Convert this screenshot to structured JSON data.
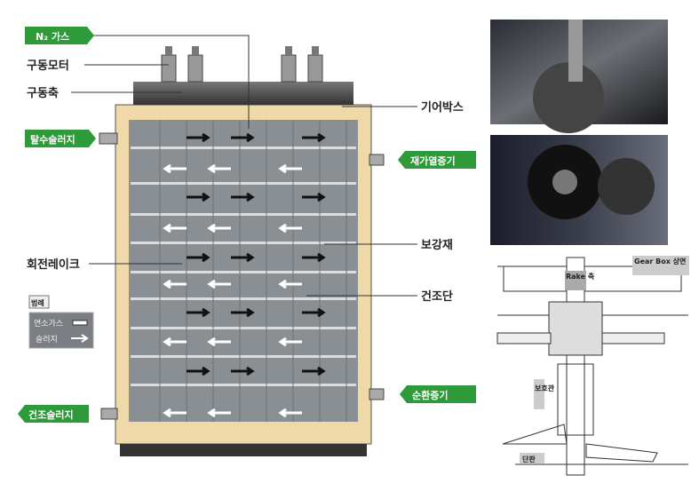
{
  "labels": {
    "n2_gas": "N₂ 가스",
    "drive_motor": "구동모터",
    "drive_shaft": "구동축",
    "gearbox": "기어박스",
    "dewatered_sludge": "탈수슬러지",
    "reheat_steam": "재가열증기",
    "reinforcement": "보강재",
    "rotating_rake": "회전레이크",
    "drying_stage": "건조단",
    "dried_sludge": "건조슬러지",
    "circulating_steam": "순환증기"
  },
  "legend": {
    "title": "범례",
    "combustion_gas": "연소가스",
    "sludge": "슬러지"
  },
  "drawing": {
    "gearbox_top": "Gear Box 상면",
    "rake_shaft": "Rake 축",
    "protective_tube": "보호관",
    "end_plate": "단판"
  },
  "colors": {
    "tag_green": "#2e9a3a",
    "vessel_fill": "#efd9a8",
    "interior": "#8a8f94"
  }
}
